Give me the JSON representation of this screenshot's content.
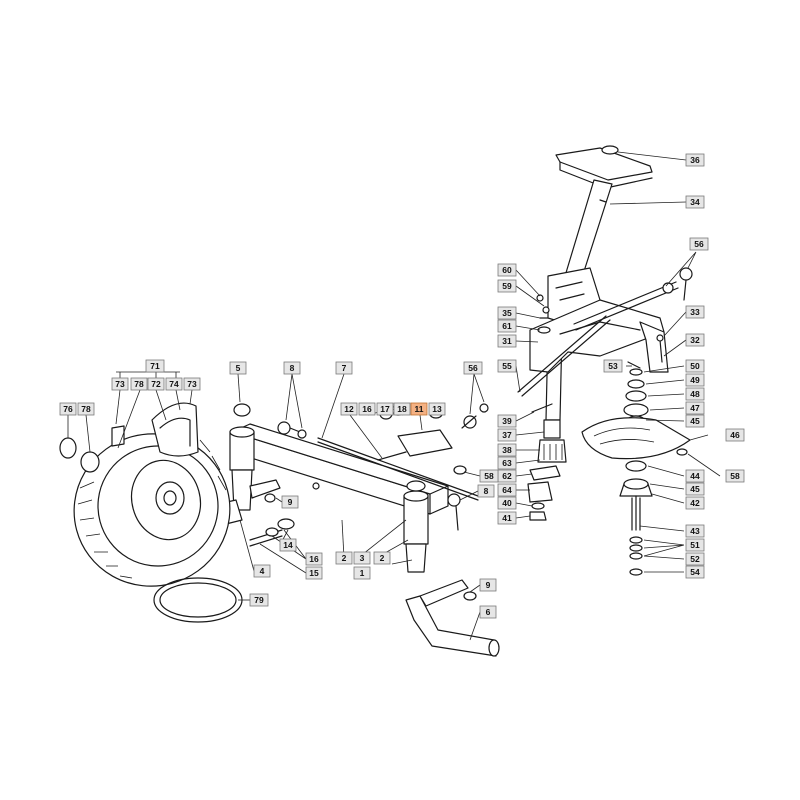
{
  "diagram": {
    "highlight_color": "#f4b183",
    "callouts": [
      {
        "id": "c36",
        "label": "36"
      },
      {
        "id": "c34",
        "label": "34"
      },
      {
        "id": "c56a",
        "label": "56"
      },
      {
        "id": "c60",
        "label": "60"
      },
      {
        "id": "c59",
        "label": "59"
      },
      {
        "id": "c35",
        "label": "35"
      },
      {
        "id": "c33",
        "label": "33"
      },
      {
        "id": "c61",
        "label": "61"
      },
      {
        "id": "c32",
        "label": "32"
      },
      {
        "id": "c31",
        "label": "31"
      },
      {
        "id": "c53",
        "label": "53"
      },
      {
        "id": "c50",
        "label": "50"
      },
      {
        "id": "c55",
        "label": "55"
      },
      {
        "id": "c49",
        "label": "49"
      },
      {
        "id": "c48",
        "label": "48"
      },
      {
        "id": "c47",
        "label": "47"
      },
      {
        "id": "c39",
        "label": "39"
      },
      {
        "id": "c45a",
        "label": "45"
      },
      {
        "id": "c37",
        "label": "37"
      },
      {
        "id": "c46",
        "label": "46"
      },
      {
        "id": "c38",
        "label": "38"
      },
      {
        "id": "c63",
        "label": "63"
      },
      {
        "id": "c62",
        "label": "62"
      },
      {
        "id": "c44",
        "label": "44"
      },
      {
        "id": "c58b",
        "label": "58"
      },
      {
        "id": "c64",
        "label": "64"
      },
      {
        "id": "c45b",
        "label": "45"
      },
      {
        "id": "c40",
        "label": "40"
      },
      {
        "id": "c42",
        "label": "42"
      },
      {
        "id": "c41",
        "label": "41"
      },
      {
        "id": "c43",
        "label": "43"
      },
      {
        "id": "c51",
        "label": "51"
      },
      {
        "id": "c52",
        "label": "52"
      },
      {
        "id": "c54",
        "label": "54"
      },
      {
        "id": "c71",
        "label": "71"
      },
      {
        "id": "c73a",
        "label": "73"
      },
      {
        "id": "c78a",
        "label": "78"
      },
      {
        "id": "c72",
        "label": "72"
      },
      {
        "id": "c74",
        "label": "74"
      },
      {
        "id": "c73b",
        "label": "73"
      },
      {
        "id": "c76",
        "label": "76"
      },
      {
        "id": "c78b",
        "label": "78"
      },
      {
        "id": "c5",
        "label": "5"
      },
      {
        "id": "c8a",
        "label": "8"
      },
      {
        "id": "c7",
        "label": "7"
      },
      {
        "id": "c56b",
        "label": "56"
      },
      {
        "id": "c12",
        "label": "12"
      },
      {
        "id": "c16a",
        "label": "16"
      },
      {
        "id": "c17",
        "label": "17"
      },
      {
        "id": "c18",
        "label": "18"
      },
      {
        "id": "c11",
        "label": "11"
      },
      {
        "id": "c13",
        "label": "13"
      },
      {
        "id": "c58a",
        "label": "58"
      },
      {
        "id": "c8b",
        "label": "8"
      },
      {
        "id": "c9a",
        "label": "9"
      },
      {
        "id": "c14",
        "label": "14"
      },
      {
        "id": "c16b",
        "label": "16"
      },
      {
        "id": "c15",
        "label": "15"
      },
      {
        "id": "c4",
        "label": "4"
      },
      {
        "id": "c2a",
        "label": "2"
      },
      {
        "id": "c3",
        "label": "3"
      },
      {
        "id": "c2b",
        "label": "2"
      },
      {
        "id": "c1",
        "label": "1"
      },
      {
        "id": "c9b",
        "label": "9"
      },
      {
        "id": "c6",
        "label": "6"
      },
      {
        "id": "c79",
        "label": "79"
      }
    ]
  }
}
